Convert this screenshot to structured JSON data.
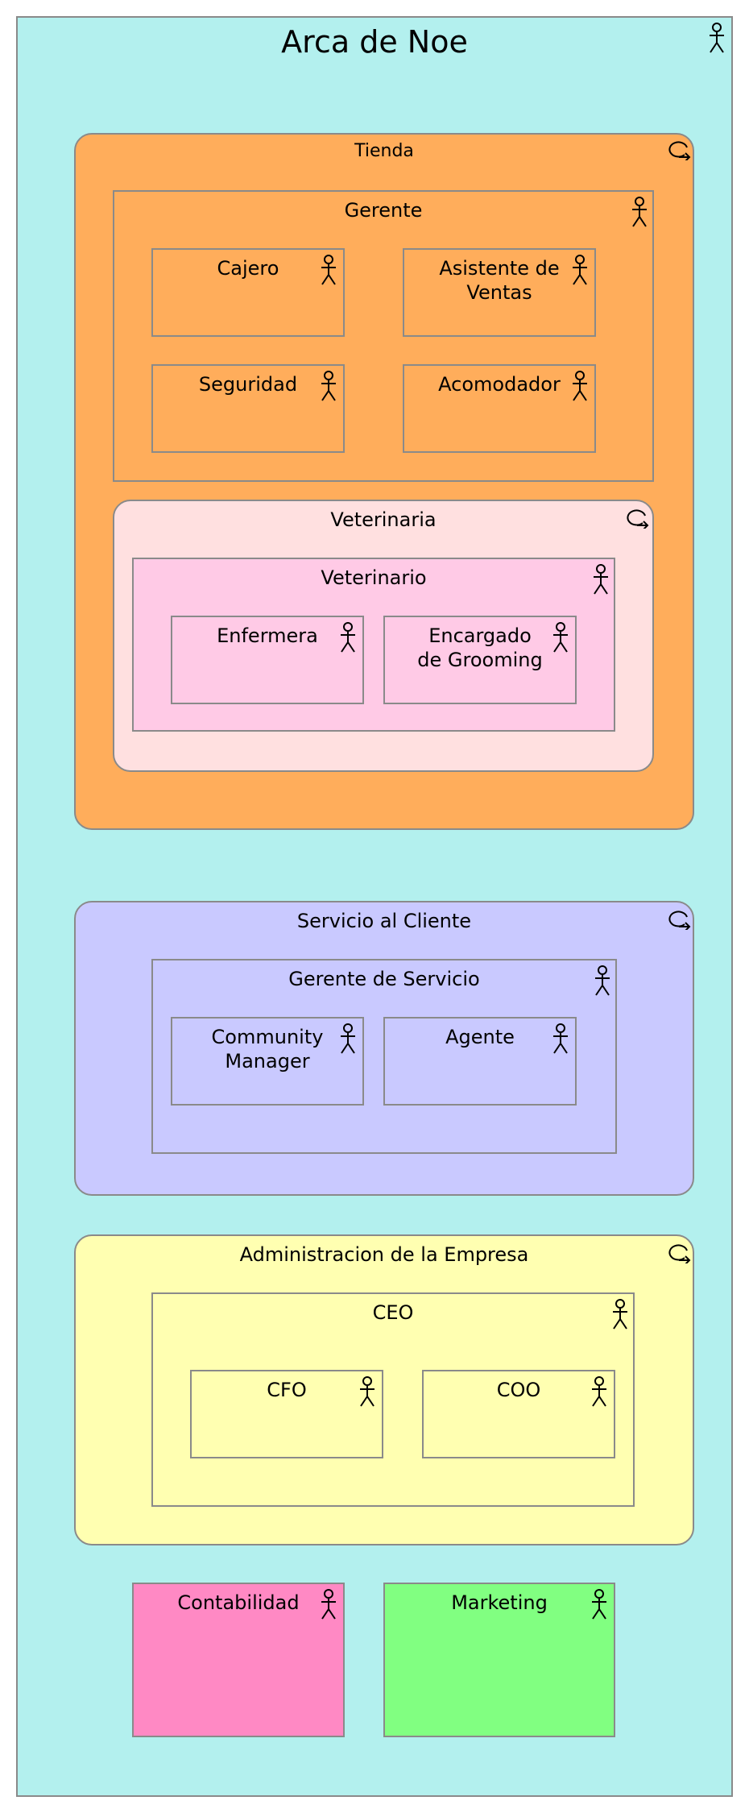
{
  "diagram": {
    "title": "Arca de Noe",
    "tienda": {
      "label": "Tienda",
      "gerente": {
        "label": "Gerente",
        "cajero": "Cajero",
        "asistente": "Asistente de Ventas",
        "seguridad": "Seguridad",
        "acomodador": "Acomodador"
      },
      "veterinaria": {
        "label": "Veterinaria",
        "veterinario": {
          "label": "Veterinario",
          "enfermera": "Enfermera",
          "grooming": "Encargado de Grooming"
        }
      }
    },
    "servicio": {
      "label": "Servicio al Cliente",
      "gerente_servicio": {
        "label": "Gerente de Servicio",
        "community": "Community Manager",
        "agente": "Agente"
      }
    },
    "administracion": {
      "label": "Administracion de la Empresa",
      "ceo": {
        "label": "CEO",
        "cfo": "CFO",
        "coo": "COO"
      }
    },
    "contabilidad": "Contabilidad",
    "marketing": "Marketing"
  },
  "colors": {
    "background": "#b3f0ee",
    "tienda": "#ffad5b",
    "veterinaria": "#ffe0e0",
    "veterinario": "#ffcae6",
    "servicio": "#c9c9ff",
    "administracion": "#ffffb1",
    "contabilidad": "#ff89c4",
    "marketing": "#81ff81"
  },
  "icons": {
    "actor": "actor-icon",
    "service": "business-service-icon"
  }
}
